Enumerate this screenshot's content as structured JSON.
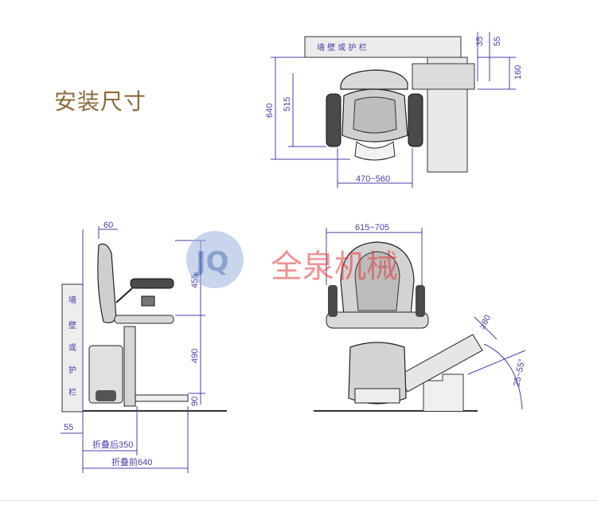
{
  "title": "安装尺寸",
  "watermark": {
    "logo_letters": "JQ",
    "text": "全泉机械"
  },
  "top_view": {
    "wall_label": "墙 壁 或 护 栏",
    "dim_35": "35",
    "dim_55": "55",
    "dim_160": "160",
    "dim_640": "640",
    "dim_515": "515",
    "width_range": "470~560"
  },
  "side_view": {
    "dim_60": "60",
    "wall_chars": [
      "墙",
      "壁",
      "或",
      "护",
      "栏"
    ],
    "dim_455": "455",
    "dim_490": "490",
    "dim_90": "90",
    "dim_55": "55",
    "folded_after": "折叠后350",
    "folded_before": "折叠前640"
  },
  "front_view": {
    "width_range": "615~705",
    "dim_80": "≥80",
    "angle": "25~55°"
  },
  "colors": {
    "dimension": "#4a3fa8",
    "title": "#8a6b3f",
    "watermark_red": "#e23a3a",
    "watermark_blue": "#3b6fc2"
  }
}
